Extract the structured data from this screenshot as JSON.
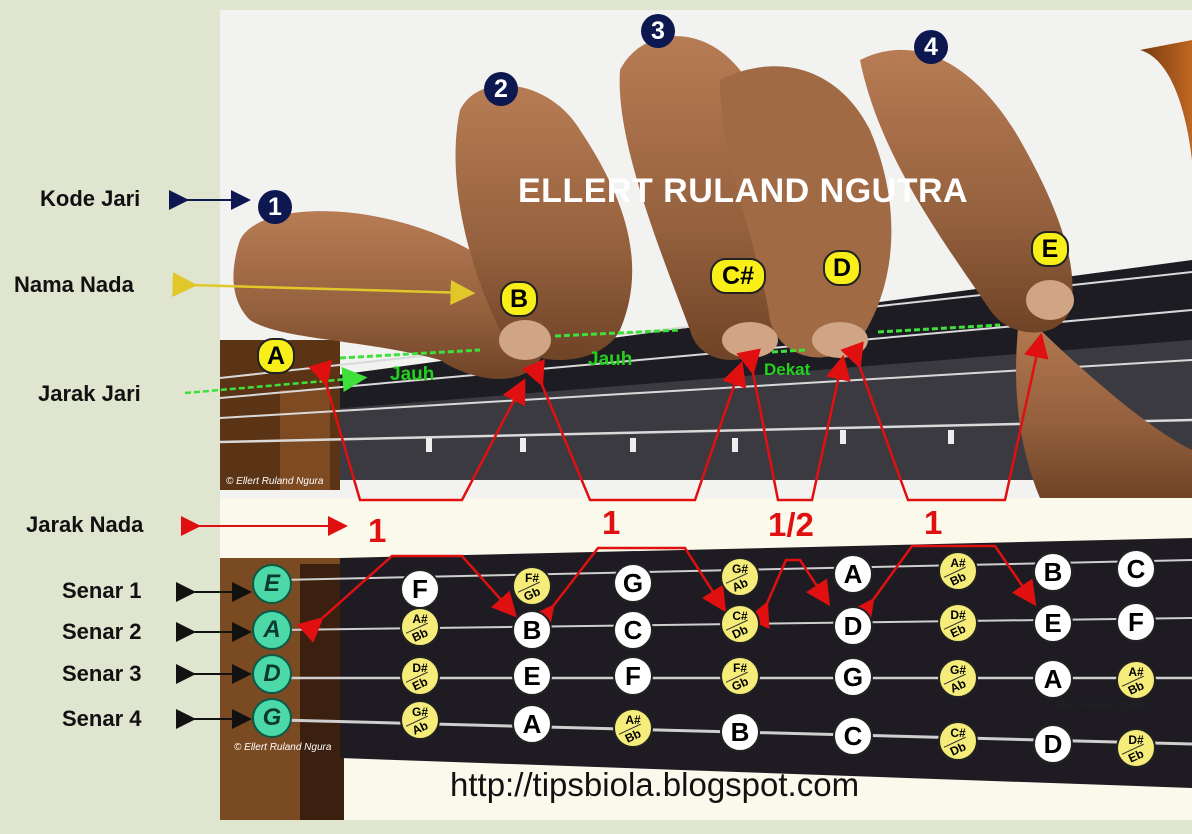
{
  "labels": {
    "kode_jari": "Kode Jari",
    "nama_nada": "Nama Nada",
    "jarak_jari": "Jarak Jari",
    "jarak_nada": "Jarak Nada",
    "senar": [
      "Senar 1",
      "Senar 2",
      "Senar 3",
      "Senar 4"
    ]
  },
  "title": "ELLERT RULAND NGUTRA",
  "finger_codes": [
    "1",
    "2",
    "3",
    "4"
  ],
  "photo_notes": [
    "A",
    "B",
    "C#",
    "D",
    "E"
  ],
  "finger_distance": [
    "Jauh",
    "Jauh",
    "Dekat"
  ],
  "note_distance": [
    "1",
    "1",
    "1/2",
    "1"
  ],
  "open_strings": [
    "E",
    "A",
    "D",
    "G"
  ],
  "fingerboard": {
    "string1": [
      [
        "F"
      ],
      [
        "F#",
        "Gb"
      ],
      [
        "G"
      ],
      [
        "G#",
        "Ab"
      ],
      [
        "A"
      ],
      [
        "A#",
        "Bb"
      ],
      [
        "B"
      ],
      [
        "C"
      ]
    ],
    "string2": [
      [
        "A#",
        "Bb"
      ],
      [
        "B"
      ],
      [
        "C"
      ],
      [
        "C#",
        "Db"
      ],
      [
        "D"
      ],
      [
        "D#",
        "Eb"
      ],
      [
        "E"
      ],
      [
        "F"
      ]
    ],
    "string3": [
      [
        "D#",
        "Eb"
      ],
      [
        "E"
      ],
      [
        "F"
      ],
      [
        "F#",
        "Gb"
      ],
      [
        "G"
      ],
      [
        "G#",
        "Ab"
      ],
      [
        "A"
      ],
      [
        "A#",
        "Bb"
      ]
    ],
    "string4": [
      [
        "G#",
        "Ab"
      ],
      [
        "A"
      ],
      [
        "A#",
        "Bb"
      ],
      [
        "B"
      ],
      [
        "C"
      ],
      [
        "C#",
        "Db"
      ],
      [
        "D"
      ],
      [
        "D#",
        "Eb"
      ]
    ]
  },
  "copyright": "© Ellert Ruland Ngura",
  "copyright_alt": "© Ellert Ruland Ngutra",
  "url": "http://tipsbiola.blogspot.com",
  "colors": {
    "background": "#dfe5cf",
    "finger_code": "#0d1850",
    "note_marker": "#f8ef18",
    "distance_text": "#22d11e",
    "step_arrow": "#e01010",
    "open_string": "#4dd9a7",
    "sharp_flat": "#f5ec7a"
  }
}
